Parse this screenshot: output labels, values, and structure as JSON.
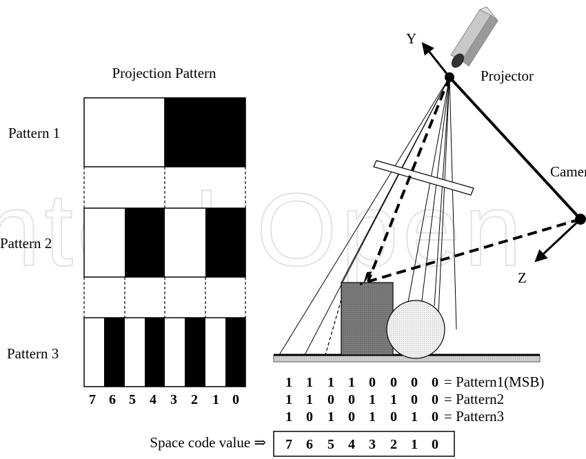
{
  "watermark": "IntechOpen",
  "left": {
    "title": "Projection Pattern",
    "pattern_labels": [
      "Pattern 1",
      "Pattern 2",
      "Pattern 3"
    ],
    "column_numbers": [
      "7",
      "6",
      "5",
      "4",
      "3",
      "2",
      "1",
      "0"
    ]
  },
  "right": {
    "axis_y": "Y",
    "axis_z": "Z",
    "projector_label": "Projector",
    "camera_label": "Camera",
    "code_rows": [
      {
        "bits": [
          "1",
          "1",
          "1",
          "1",
          "0",
          "0",
          "0",
          "0"
        ],
        "label": "= Pattern1(MSB)"
      },
      {
        "bits": [
          "1",
          "1",
          "0",
          "0",
          "1",
          "1",
          "0",
          "0"
        ],
        "label": "= Pattern2"
      },
      {
        "bits": [
          "1",
          "0",
          "1",
          "0",
          "1",
          "0",
          "1",
          "0"
        ],
        "label": "= Pattern3"
      }
    ],
    "space_code_label": "Space code value ⇒",
    "space_code_values": [
      "7",
      "6",
      "5",
      "4",
      "3",
      "2",
      "1",
      "0"
    ]
  }
}
